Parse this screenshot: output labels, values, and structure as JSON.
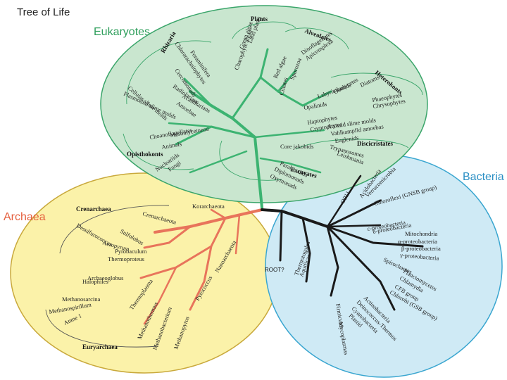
{
  "title": "Tree of Life",
  "colors": {
    "eukaryote_fill": "#c9e6cf",
    "eukaryote_stroke": "#3aa56a",
    "eukaryote_branch": "#3cb371",
    "eukaryote_text": "#2e9e5b",
    "archaea_fill": "#fbf2a9",
    "archaea_stroke": "#c9a93c",
    "archaea_branch": "#e8745b",
    "archaea_text": "#e5603f",
    "bacteria_fill": "#cfeaf5",
    "bacteria_stroke": "#3aa6d0",
    "bacteria_branch": "#1a1a1a",
    "bacteria_text": "#2b8fc4"
  },
  "domains": {
    "eukaryotes": "Eukaryotes",
    "archaea": "Archaea",
    "bacteria": "Bacteria"
  },
  "root_label": "ROOT?",
  "eukaryote_groups": [
    "Rhizaria",
    "Plants",
    "Alveolates",
    "Heterokonts",
    "Opisthokonts",
    "Discicristates",
    "Excavates"
  ],
  "eukaryote_leaves": [
    "Land plants",
    "Green algae",
    "Charophyte algae",
    "Red algae",
    "Ciliates",
    "Sporozoa",
    "Dinoflagellates",
    "Apicomplexa",
    "Labyrinthulids",
    "Oomycetes",
    "Diatoms",
    "Phaeophytes",
    "Chrysophytes",
    "Chlorarachniophytes",
    "Foraminifera",
    "Cercomonads",
    "Radiolarians",
    "Acantharians",
    "Amoebae",
    "Cellular slime molds",
    "Plasmodial slime molds",
    "Opalinids",
    "Haptophytes",
    "Cryptophytes",
    "Acrasid slime molds",
    "Vahlkampfid amoebas",
    "Euglenids",
    "Mesomycetozoa",
    "Choanoflagellates",
    "Animals",
    "Nucleariids",
    "Fungi",
    "Core jakobids",
    "Trypanosomes",
    "Leishmania",
    "Parabasalids",
    "Diplomonads",
    "Oxymonads"
  ],
  "archaea_groups": [
    "Crenarchaea",
    "Euryarchaea"
  ],
  "archaea_leaves": [
    "Crenarchaeota",
    "Korarchaeota",
    "Sulfolobus",
    "Desulfurococcus",
    "Aeropyrum",
    "Pyrobaculum",
    "Thermoproteus",
    "Archaeoglobus",
    "Halophiles",
    "Nanoarchaeota",
    "Methanosarcina",
    "Methanospirillum",
    "Anme 1",
    "Thermoplasma",
    "Pyrococcus",
    "Methanothermus",
    "Methanobacterium",
    "Methanopyrus"
  ],
  "bacteria_leaves": [
    "OP11",
    "Acidobacteria",
    "Verrucomicrobia",
    "Chloroflexi (GNSB group)",
    "ε-proteobacteria",
    "δ-proteobacteria",
    "Mitochondria",
    "α-proteobacteria",
    "β-proteobacteria",
    "γ-proteobacteria",
    "Spirochaetes",
    "Planctomycetes",
    "Chlamydia",
    "CFB group",
    "Chlorobi (GSB group)",
    "Actinobacteria",
    "Deinococcus-Thermus",
    "Cyanobacteria",
    "Plastid",
    "Mycoplasmas",
    "Firmicutes",
    "Thermotogales",
    "Aquificae"
  ]
}
